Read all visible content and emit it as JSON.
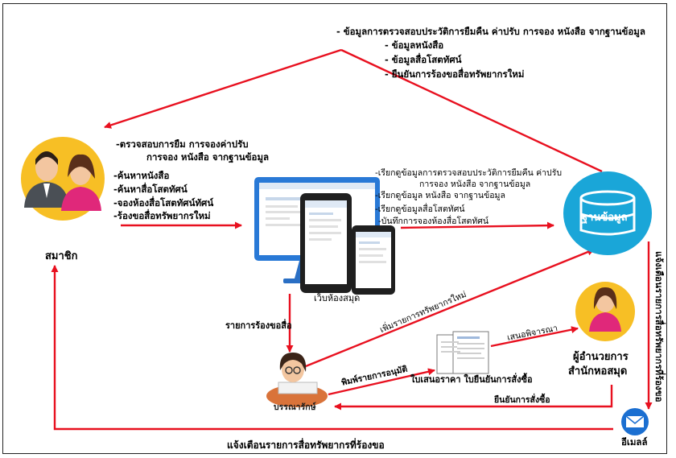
{
  "nodes": {
    "member": "สมาชิก",
    "database": "ฐานข้อมูล",
    "website": "เว็บห้องสมุด",
    "librarian": "บรรณารักษ์",
    "director_line1": "ผู้อำนวยการ",
    "director_line2": "สำนักหอสมุด",
    "email": "อีเมลล์",
    "quotation": "ใบเสนอราคา ใบยืนยันการสั่งซื้อ"
  },
  "notes": {
    "top_main": "- ข้อมูลการตรวจสอบประวัติการยืมคืน ค่าปรับ การจอง หนังสือ จากฐานข้อมูล",
    "top_items": [
      "- ข้อมูลหนังสือ",
      "- ข้อมูลสื่อโสตทัศน์",
      "- ยืนยันการร้องขอสื่อทรัพยากรใหม่"
    ],
    "member_check_1": "-ตรวจสอบการยืม การจองค่าปรับ",
    "member_check_2": "การจอง หนังสือ จากฐานข้อมูล",
    "member_actions": [
      "-ค้นหาหนังสือ",
      "-ค้นหาสื่อโสตทัศน์",
      "-จองห้องสื่อโสตทัศน์ทัศน์",
      "-ร้องขอสื่อทรัพยากรใหม่"
    ],
    "web_db_1": "-เรียกดูข้อมูลการตรวจสอบประวัติการยืมคืน ค่าปรับ",
    "web_db_2": "การจอง หนังสือ จากฐานข้อมูล",
    "web_db_3": "-เรียกดูข้อมูล หนังสือ จากฐานข้อมูล",
    "web_db_4": "-เรียกดูข้อมูลสื่อโสตทัศน์",
    "web_db_5": "-บันทึกการจองห้องสื่อโสตทัศน์",
    "request_list": "รายการร้องขอสื่อ",
    "add_resource": "เพิ่มรายการทรัพยากรใหม่",
    "print_approved": "พิมพ์รายการอนุมัติ",
    "submit_review": "เสนอพิจารณา",
    "confirm_order": "ยืนยันการสั่งซื้อ",
    "notify_member": "แจ้งเตือนรายการสื่อทรัพยากรที่ร้องขอ",
    "vertical_right": "แจ้งเตือนรายการสื่อทรัพยากรที่ร้องขอ"
  },
  "colors": {
    "arrow": "#e8101f",
    "db": "#1aa6d8",
    "circle": "#f7bf25",
    "monitor": "#2979d6"
  }
}
